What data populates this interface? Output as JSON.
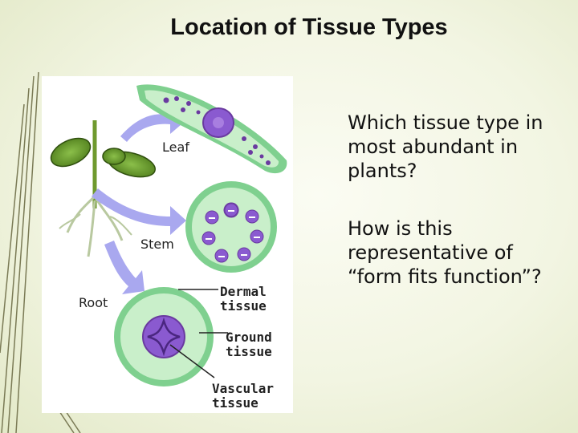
{
  "slide": {
    "title": "Location of Tissue Types",
    "questions": [
      "Which tissue type in most abundant in plants?",
      "How is this representative of “form fits function”?"
    ]
  },
  "figure": {
    "labels": {
      "leaf": "Leaf",
      "stem": "Stem",
      "root": "Root",
      "dermal_1": "Dermal",
      "dermal_2": "tissue",
      "ground_1": "Ground",
      "ground_2": "tissue",
      "vascular_1": "Vascular",
      "vascular_2": "tissue"
    }
  },
  "colors": {
    "dermal": "#7fd08f",
    "ground": "#c9efca",
    "vascular": "#8a5ad0",
    "leaf": "#6f9a2e",
    "arrow": "#a9a8ef"
  }
}
